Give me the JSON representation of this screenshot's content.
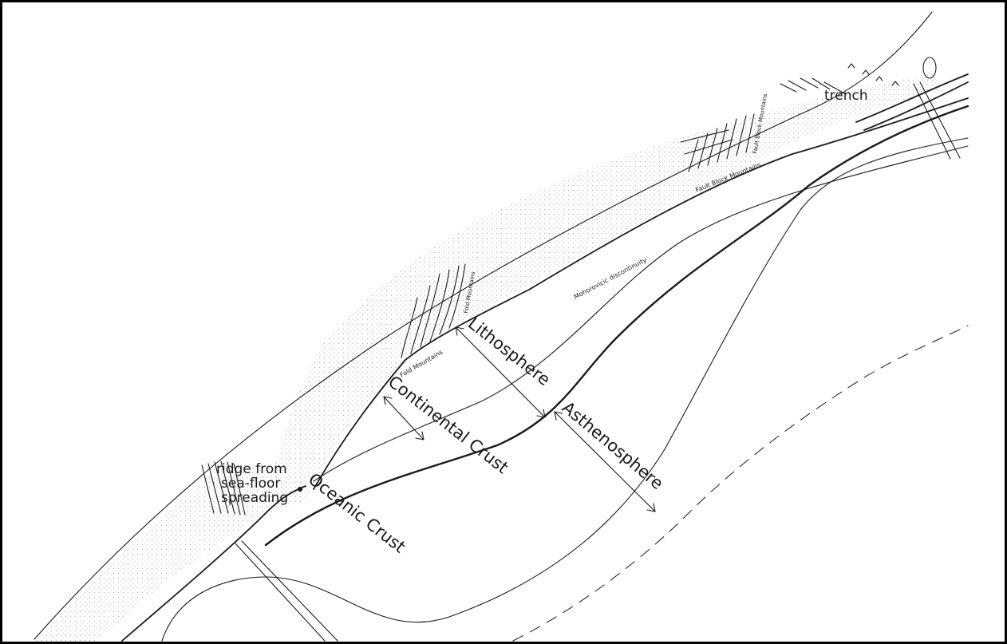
{
  "labels": {
    "ridge_line1": "ridge from",
    "ridge_line2": "sea-floor",
    "ridge_line3": "spreading",
    "oceanic_crust": "Oceanic Crust",
    "continental_crust": "Continental Crust",
    "lithosphere": "Lithosphere",
    "asthenosphere": "Asthenosphere",
    "trench": "trench",
    "fold_mountains_a": "Fold Mountains",
    "fold_mountains_b": "Fold Mountains",
    "fault_block_a": "Fault Block Mountains",
    "fault_block_b": "Fault Block Mountains",
    "moho": "Mohorovicic discontinuity"
  },
  "colors": {
    "ink": "#1a1a1a",
    "shading": "#c9c9c9",
    "frame": "#000000"
  }
}
